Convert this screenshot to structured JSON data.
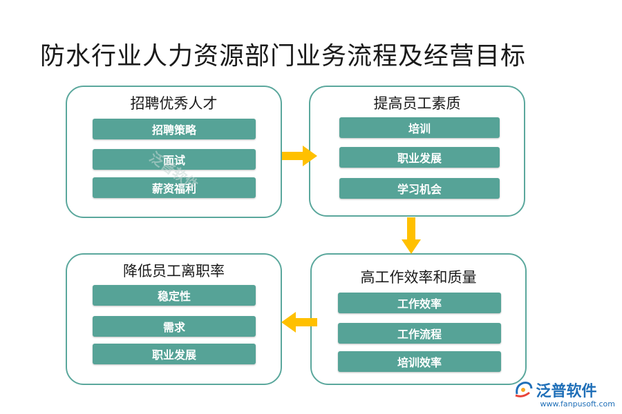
{
  "title": "防水行业人力资源部门业务流程及经营目标",
  "cards": [
    {
      "title": "招聘优秀人才",
      "items": [
        "招聘策略",
        "面试",
        "薪资福利"
      ]
    },
    {
      "title": "提高员工素质",
      "items": [
        "培训",
        "职业发展",
        "学习机会"
      ]
    },
    {
      "title": "高工作效率和质量",
      "items": [
        "工作效率",
        "工作流程",
        "培训效率"
      ]
    },
    {
      "title": "降低员工离职率",
      "items": [
        "稳定性",
        "需求",
        "职业发展"
      ]
    }
  ],
  "watermark": "泛普软件",
  "logo": {
    "name": "泛普软件",
    "url": "www.fanpusoft.com"
  },
  "colors": {
    "card_border": "#5aa79c",
    "bar_fill": "#56a397",
    "arrow": "#ffc000",
    "logo": "#1f6fb8"
  },
  "icons": {
    "arrow": "block-arrow-icon",
    "logo": "fanpu-logo-icon"
  }
}
